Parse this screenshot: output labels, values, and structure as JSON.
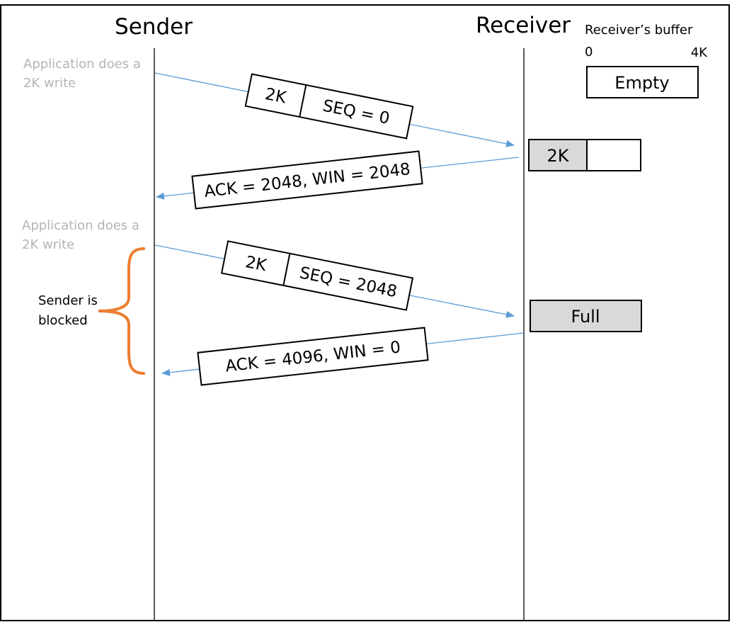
{
  "headers": {
    "sender": "Sender",
    "receiver": "Receiver"
  },
  "buffer": {
    "title": "Receiver’s buffer",
    "min_label": "0",
    "max_label": "4K"
  },
  "events": {
    "write1": {
      "line1": "Application does a",
      "line2": "2K write"
    },
    "write2": {
      "line1": "Application does a",
      "line2": "2K write"
    }
  },
  "packets": {
    "data1": {
      "size": "2K",
      "seq": "SEQ = 0"
    },
    "ack1": {
      "label": "ACK = 2048, WIN = 2048"
    },
    "data2": {
      "size": "2K",
      "seq": "SEQ = 2048"
    },
    "ack2": {
      "label": "ACK = 4096, WIN = 0"
    }
  },
  "buffer_states": {
    "initial": {
      "label": "Empty",
      "fill_fraction": 0
    },
    "after_first": {
      "label": "2K",
      "fill_fraction": 0.5
    },
    "after_second": {
      "label": "Full",
      "fill_fraction": 1
    }
  },
  "blocked_note": {
    "line1": "Sender is",
    "line2": "blocked"
  },
  "colors": {
    "arrow": "#5b9bd5",
    "brace": "#ed7d31",
    "event_text": "#b4b4b4",
    "buffer_filled": "#d9d9d9"
  }
}
